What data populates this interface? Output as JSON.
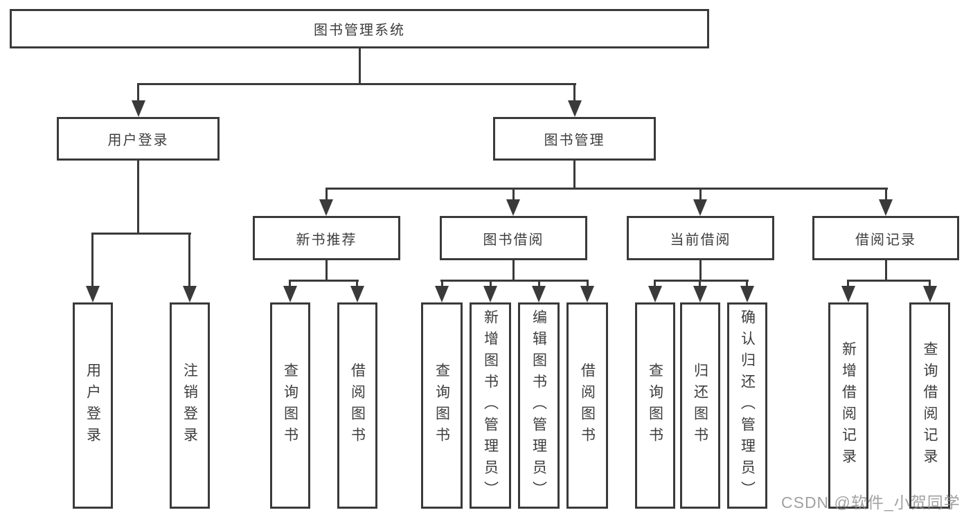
{
  "tree": {
    "root": "图书管理系统",
    "branches": [
      {
        "label": "用户登录",
        "children": [
          "用户登录",
          "注销登录"
        ]
      },
      {
        "label": "图书管理",
        "groups": [
          {
            "label": "新书推荐",
            "children": [
              "查询图书",
              "借阅图书"
            ]
          },
          {
            "label": "图书借阅",
            "children": [
              "查询图书",
              "新增图书（管理员）",
              "编辑图书（管理员）",
              "借阅图书"
            ]
          },
          {
            "label": "当前借阅",
            "children": [
              "查询图书",
              "归还图书",
              "确认归还（管理员）"
            ]
          },
          {
            "label": "借阅记录",
            "children": [
              "新增借阅记录",
              "查询借阅记录"
            ]
          }
        ]
      }
    ]
  },
  "watermark": "CSDN @软件_小贺同学",
  "colors": {
    "line": "#3a3a3a",
    "text": "#3d3d3d",
    "watermark": "#919191"
  }
}
